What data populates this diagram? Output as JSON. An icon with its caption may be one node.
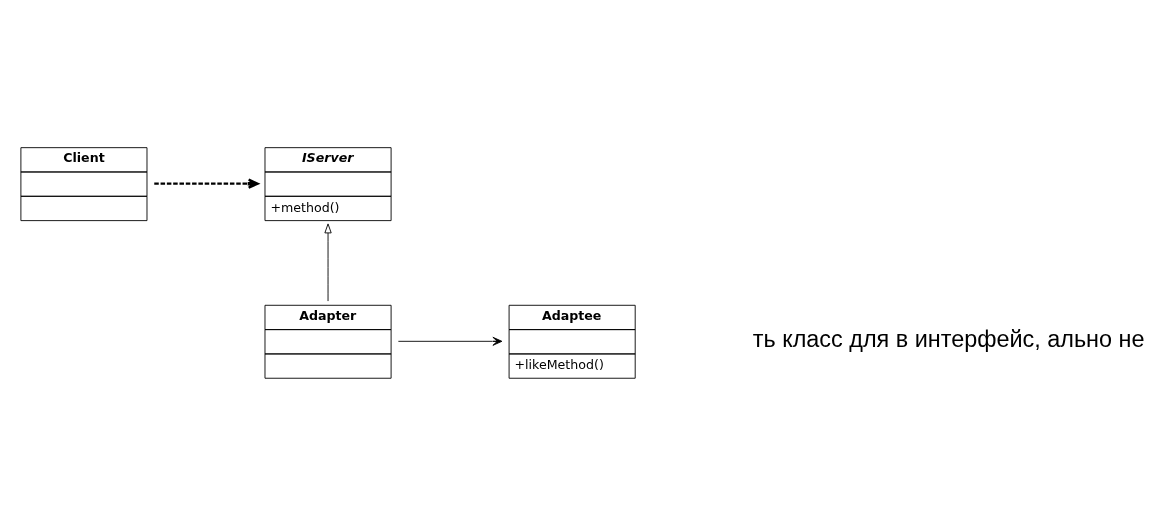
{
  "diagram": {
    "nodes": [
      {
        "text": [
          "Client"
        ]
      },
      {
        "text": [
          "IServer",
          "+method()"
        ]
      },
      {
        "text": [
          "Adapter"
        ]
      },
      {
        "text": [
          "Adaptee",
          "+likeMethod()"
        ]
      }
    ],
    "edges": [
      {
        "from": 0,
        "to": 1,
        "arrow": "to",
        "style": "dashed"
      },
      {
        "from": 2,
        "to": 1,
        "arrow": "to"
      },
      {
        "from": 2,
        "to": 3,
        "arrow": "to"
      }
    ],
    "labels": [
      "ть класс для в интерфейс, ально не"
    ]
  }
}
